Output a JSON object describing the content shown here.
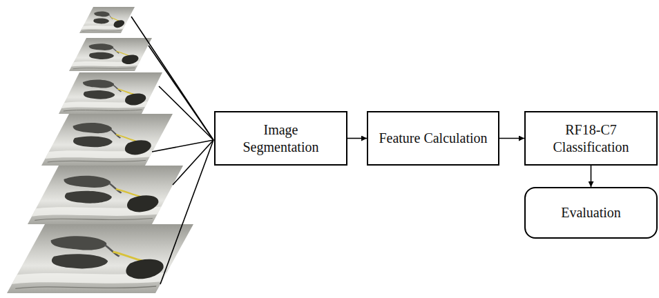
{
  "diagram": {
    "nodes": [
      {
        "text": [
          "Image Segmentation"
        ]
      },
      {
        "text": [
          "Feature Calculation"
        ]
      },
      {
        "text": [
          "RF18-C7 Classification"
        ]
      },
      {
        "text": [
          "Evaluation"
        ]
      }
    ],
    "edges": [
      {
        "from": 0,
        "to": 1,
        "arrow": "to"
      },
      {
        "from": 1,
        "to": 2,
        "arrow": "to"
      },
      {
        "from": 2,
        "to": 3,
        "arrow": "to"
      }
    ]
  }
}
